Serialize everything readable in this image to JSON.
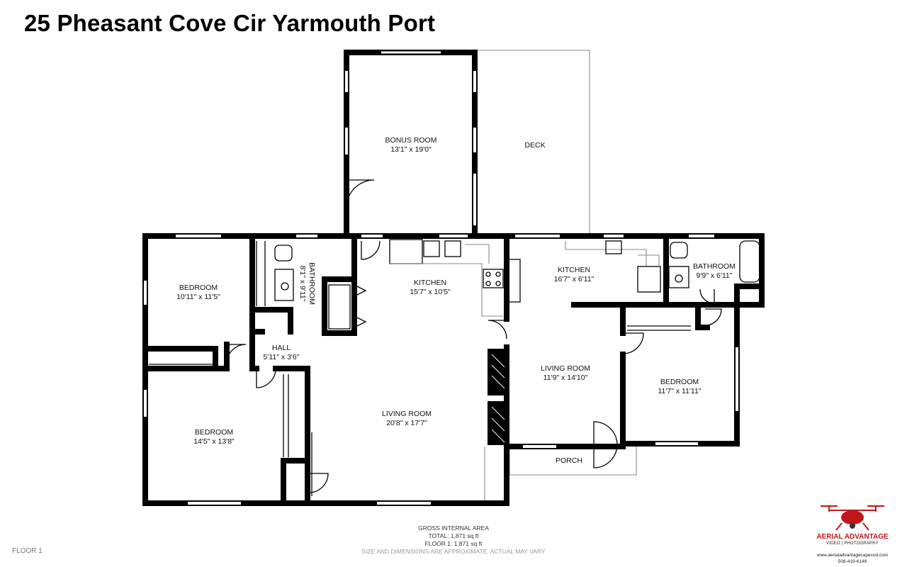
{
  "title": "25 Pheasant Cove Cir Yarmouth Port",
  "rooms": [
    {
      "name": "BONUS ROOM",
      "dim": "13'1\" x 19'0\""
    },
    {
      "name": "DECK",
      "dim": ""
    },
    {
      "name": "BEDROOM",
      "dim": "10'11\" x 11'5\""
    },
    {
      "name": "BATHROOM",
      "dim": "8'1\" x 9'11\""
    },
    {
      "name": "KITCHEN",
      "dim": "15'7\" x 10'5\""
    },
    {
      "name": "KITCHEN",
      "dim": "16'7\" x 6'11\""
    },
    {
      "name": "BATHROOM",
      "dim": "9'9\" x 6'11\""
    },
    {
      "name": "HALL",
      "dim": "5'11\" x 3'6\""
    },
    {
      "name": "LIVING ROOM",
      "dim": "11'9\" x 14'10\""
    },
    {
      "name": "BEDROOM",
      "dim": "11'7\" x 11'11\""
    },
    {
      "name": "BEDROOM",
      "dim": "14'5\" x 13'8\""
    },
    {
      "name": "LIVING ROOM",
      "dim": "20'8\" x 17'7\""
    },
    {
      "name": "PORCH",
      "dim": ""
    }
  ],
  "footer": {
    "area_title": "GROSS INTERNAL AREA",
    "total": "TOTAL: 1,871 sq ft",
    "floor1": "FLOOR 1: 1,871 sq ft",
    "disclaimer": "SIZE AND DIMENSIONS ARE APPROXIMATE, ACTUAL MAY VARY",
    "floor_label": "FLOOR 1"
  },
  "logo": {
    "brand": "AERIAL ADVANTAGE",
    "sub": "VIDEO | PHOTOGRAPHY",
    "url": "www.aerialadvantagecapecod.com",
    "phone": "508-419-6149",
    "color": "#c0161b",
    "icon": "drone-icon"
  }
}
